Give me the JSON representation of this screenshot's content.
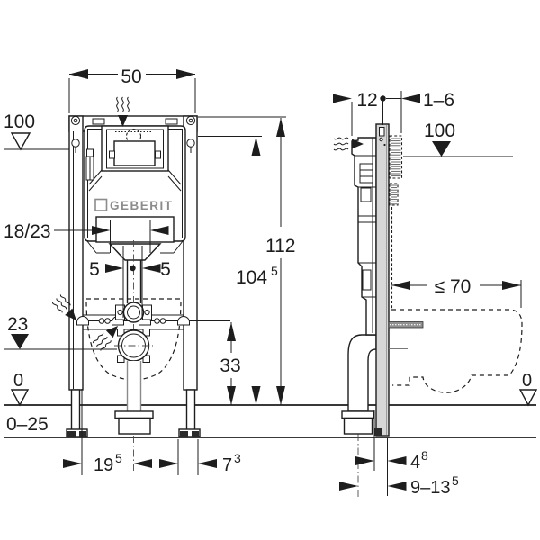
{
  "brand": "GEBERIT",
  "front_view": {
    "width_cm": "50",
    "actuator_level": "100",
    "inlet_height": "18/23",
    "pipe_offset_left": "5",
    "pipe_offset_right": "5",
    "outlet_level": "23",
    "floor_level": "0",
    "floor_buildup_range": "0–25",
    "outlet_offset": {
      "value": "19",
      "sup": "5"
    },
    "foot_offset": {
      "value": "7",
      "sup": "3"
    },
    "support_height": "33",
    "fixing_height": {
      "value": "104",
      "sup": "5"
    },
    "frame_height": "112"
  },
  "side_view": {
    "frame_depth": "12",
    "wall_lining_range": "1–6",
    "actuator_level": "100",
    "pan_depth_max": "≤ 70",
    "floor_level": "0",
    "outlet_to_wall": {
      "value": "4",
      "sup": "8"
    },
    "outlet_axis_range": {
      "value": "9–13",
      "sup": "5"
    }
  }
}
